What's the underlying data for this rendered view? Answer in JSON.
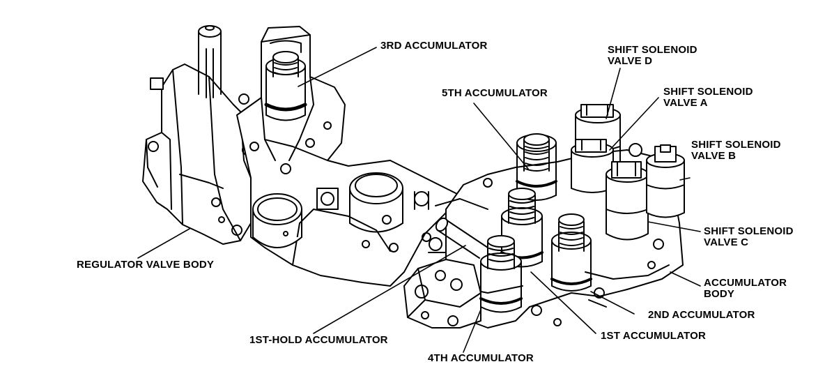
{
  "labels": {
    "accumulator_3rd": "3RD ACCUMULATOR",
    "accumulator_5th": "5TH ACCUMULATOR",
    "solenoid_d_line1": "SHIFT SOLENOID",
    "solenoid_d_line2": "VALVE D",
    "solenoid_a_line1": "SHIFT SOLENOID",
    "solenoid_a_line2": "VALVE A",
    "solenoid_b_line1": "SHIFT SOLENOID",
    "solenoid_b_line2": "VALVE B",
    "solenoid_c_line1": "SHIFT SOLENOID",
    "solenoid_c_line2": "VALVE C",
    "accumulator_body_line1": "ACCUMULATOR",
    "accumulator_body_line2": "BODY",
    "regulator_valve_body": "REGULATOR VALVE BODY",
    "accumulator_2nd": "2ND ACCUMULATOR",
    "accumulator_1st": "1ST ACCUMULATOR",
    "accumulator_1st_hold": "1ST-HOLD ACCUMULATOR",
    "accumulator_4th": "4TH ACCUMULATOR"
  },
  "colors": {
    "ink": "#000000",
    "paper": "#ffffff"
  }
}
